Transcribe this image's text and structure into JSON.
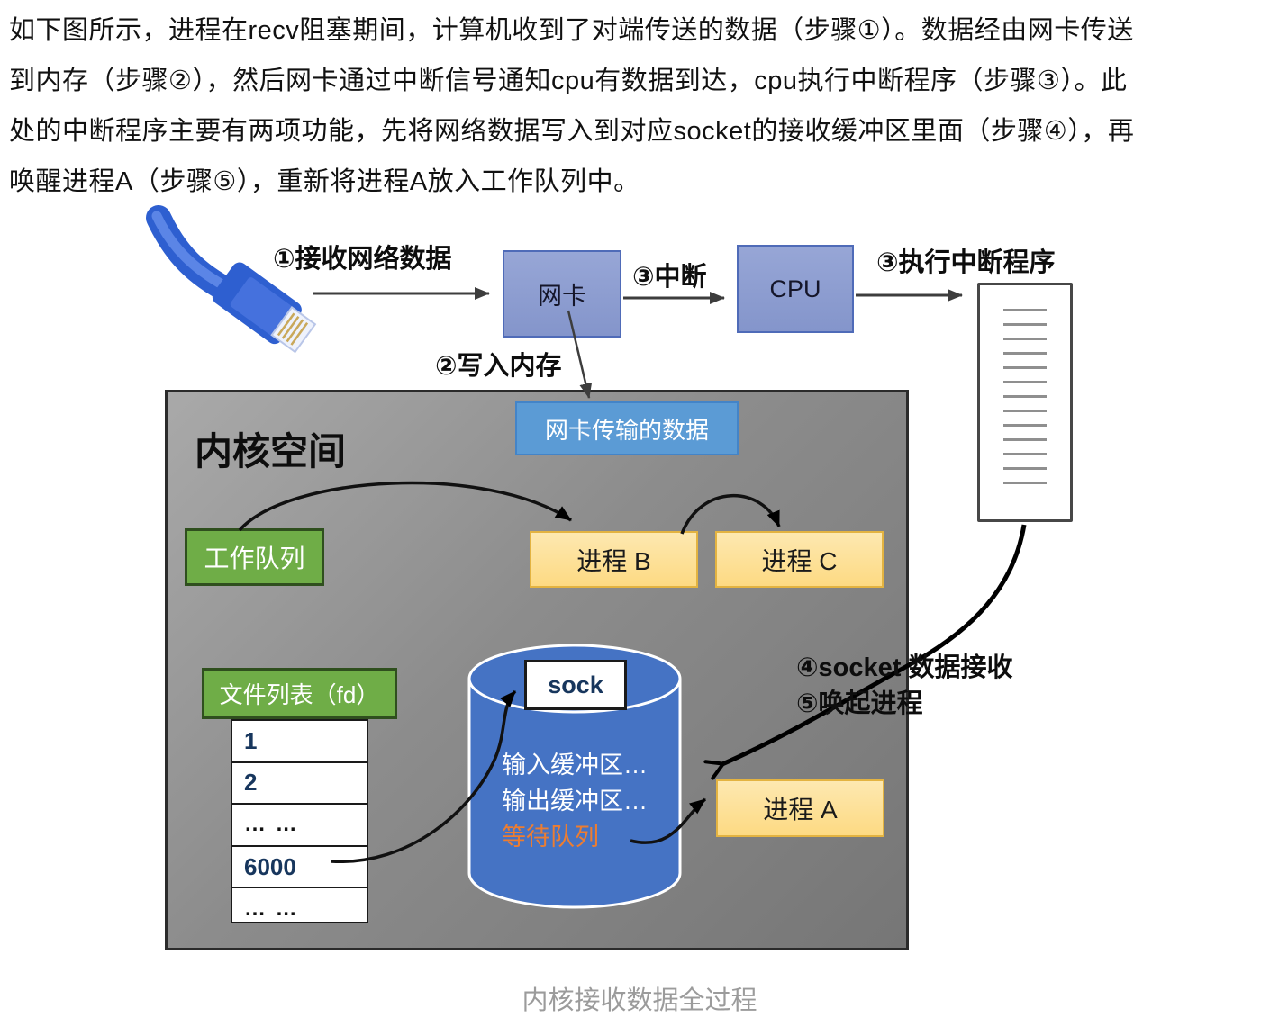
{
  "intro": {
    "lines": [
      "如下图所示，进程在recv阻塞期间，计算机收到了对端传送的数据（步骤①）。数据经由网卡传送",
      "到内存（步骤②），然后网卡通过中断信号通知cpu有数据到达，cpu执行中断程序（步骤③）。此",
      "处的中断程序主要有两项功能，先将网络数据写入到对应socket的接收缓冲区里面（步骤④），再",
      "唤醒进程A（步骤⑤），重新将进程A放入工作队列中。"
    ]
  },
  "diagram": {
    "labels": {
      "step1": "①接收网络数据",
      "step2": "②写入内存",
      "step3_interrupt": "③中断",
      "step3_exec": "③执行中断程序",
      "step4": "④socket 数据接收",
      "step5": "⑤唤起进程"
    },
    "nodes": {
      "nic": "网卡",
      "cpu": "CPU",
      "nic_data": "网卡传输的数据",
      "kernel_space": "内核空间",
      "work_queue": "工作队列",
      "process_b": "进程 B",
      "process_c": "进程 C",
      "fd_list_title": "文件列表（fd）",
      "fd_rows": [
        "1",
        "2",
        "… …",
        "6000",
        "… …"
      ],
      "sock": "sock",
      "input_buffer": "输入缓冲区…",
      "output_buffer": "输出缓冲区…",
      "wait_queue": "等待队列",
      "process_a": "进程 A"
    },
    "caption": "内核接收数据全过程",
    "colors": {
      "node_blue_fill": "#8f9fd1",
      "node_blue_border": "#4f6bb8",
      "data_blue": "#5b9bd5",
      "green_fill": "#6fad47",
      "yellow_fill": "#fdda83",
      "yellow_border": "#e3b341",
      "cylinder_blue": "#4573c4",
      "kernel_gray": "#8c8c8c",
      "wait_queue_orange": "#ed7d31",
      "fd_number_navy": "#17365d",
      "caption_gray": "#9b9b9b",
      "cable_blue": "#2e5fd0"
    }
  }
}
